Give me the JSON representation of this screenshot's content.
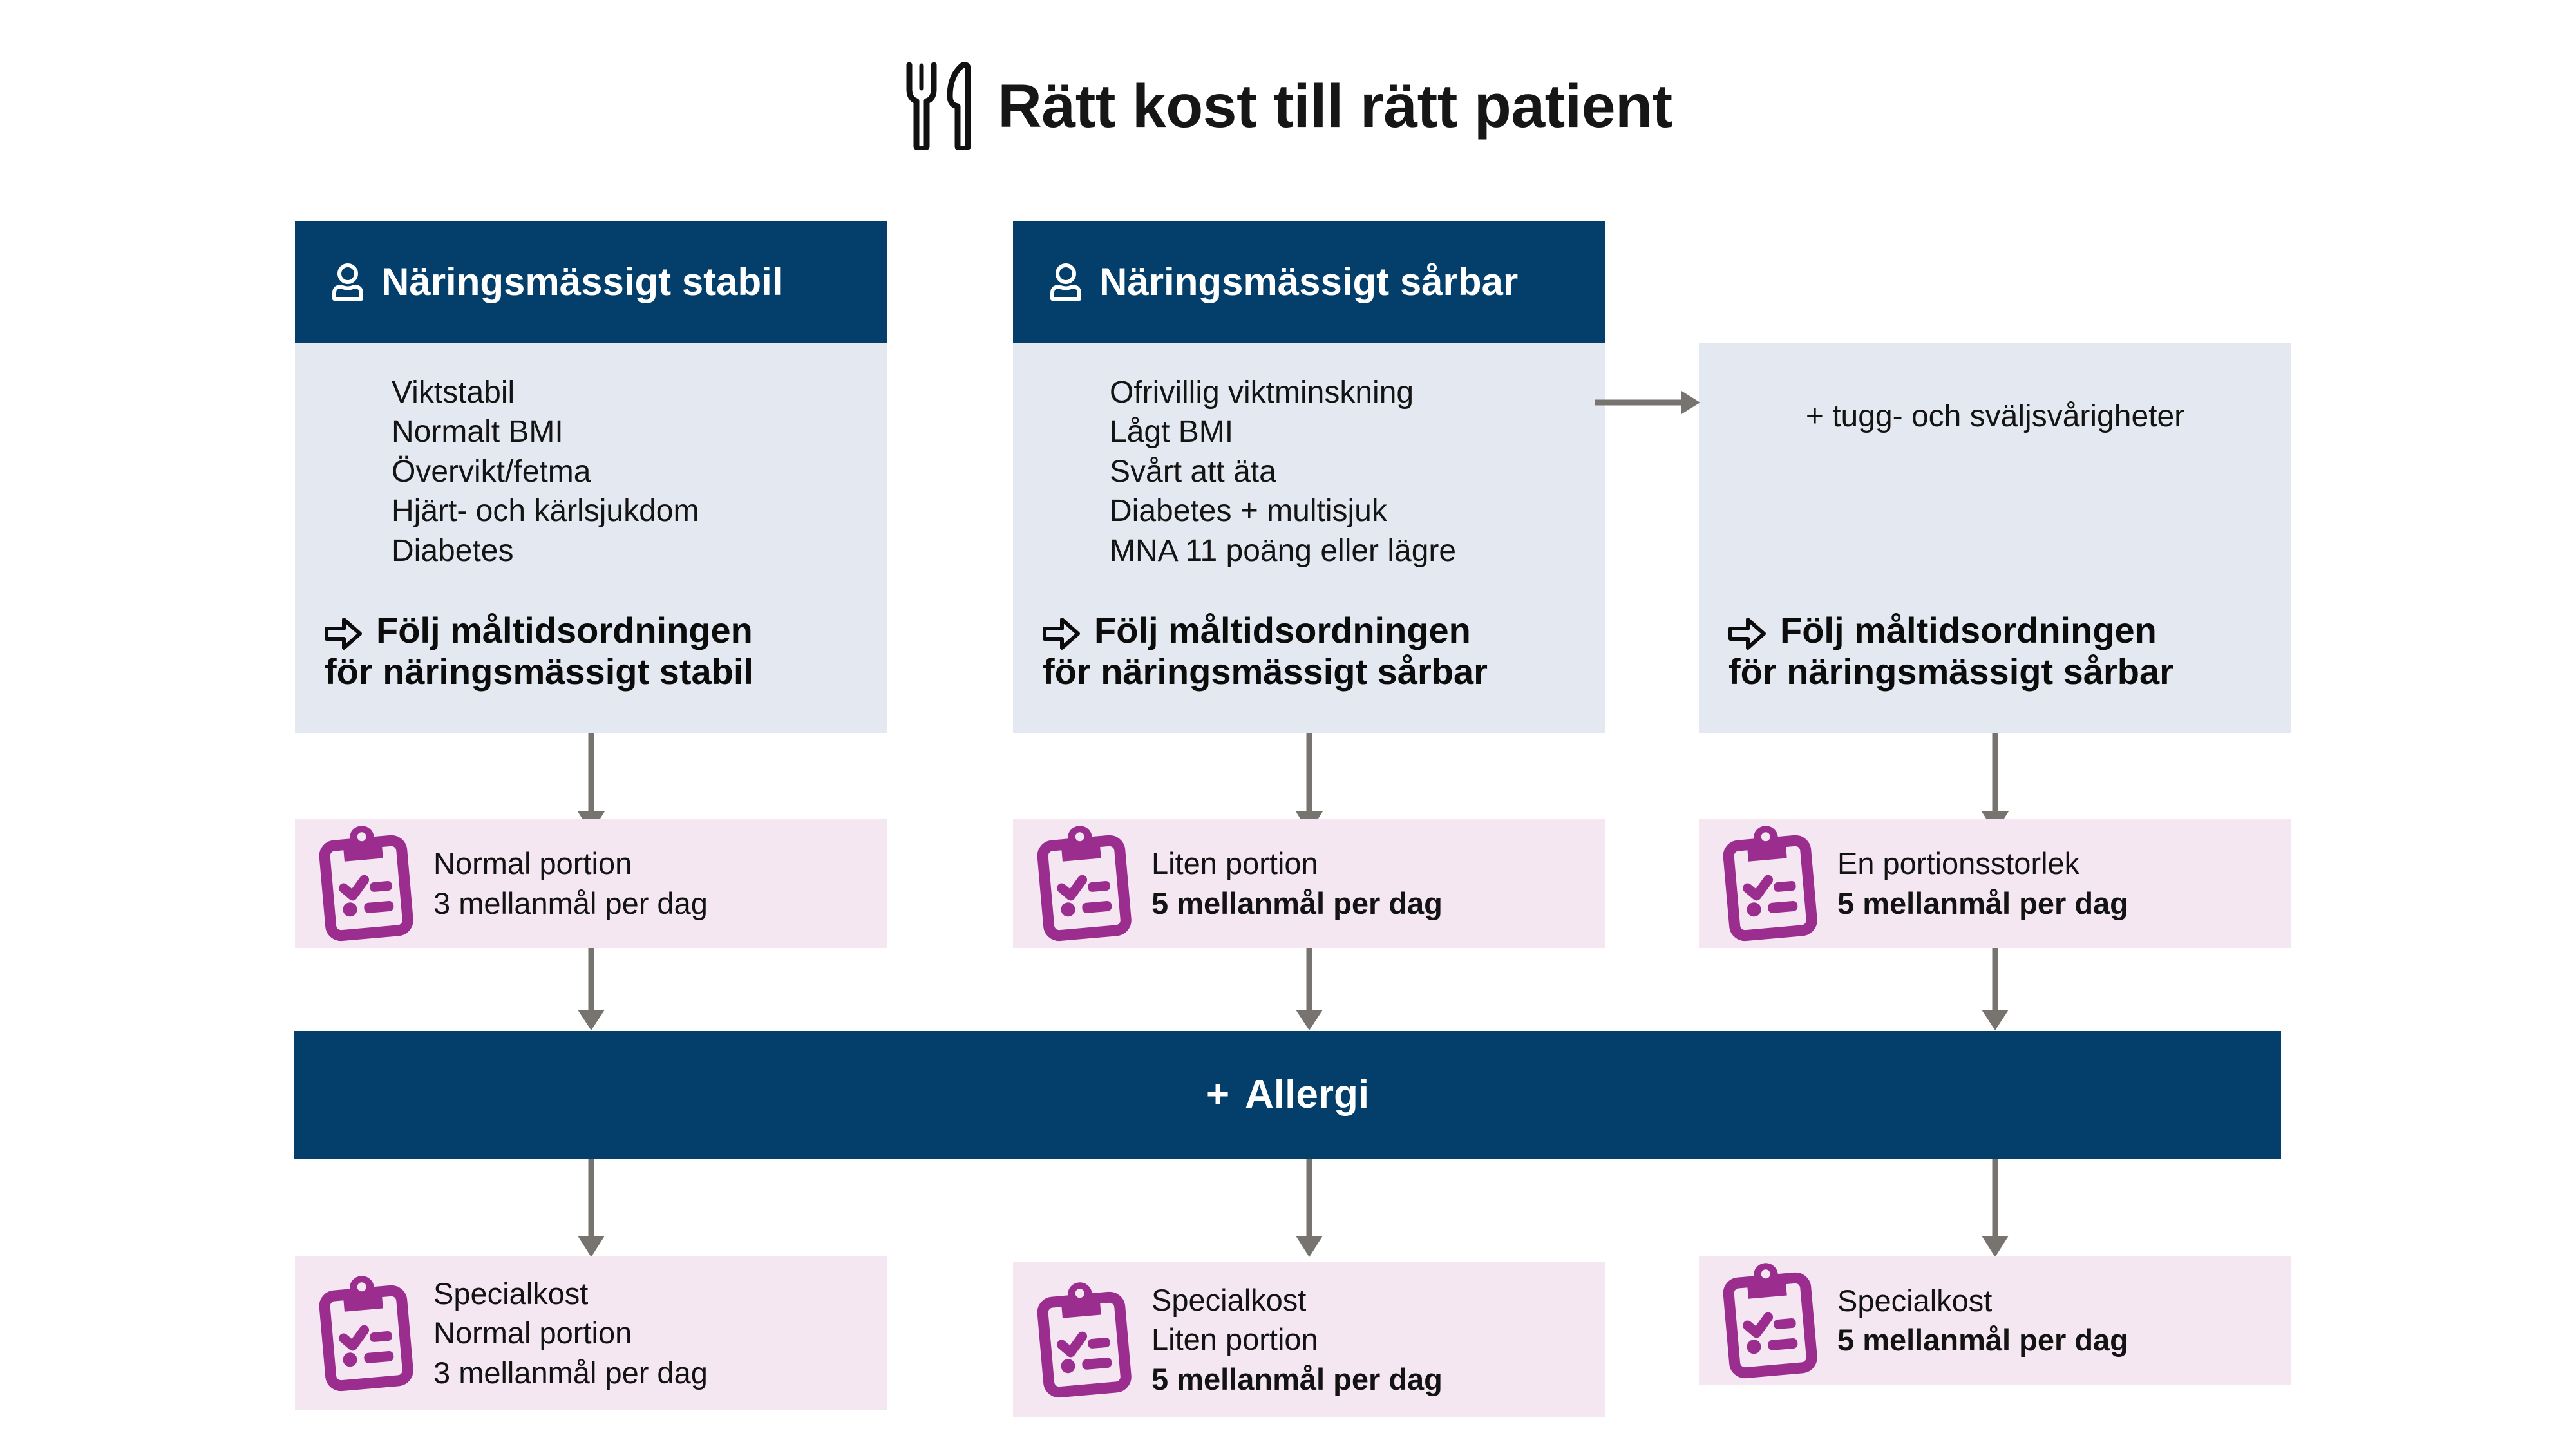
{
  "page": {
    "title": "Rätt kost till rätt patient",
    "title_icon": "cutlery-icon"
  },
  "colors": {
    "navy": "#043F6B",
    "light_blue": "#E4E8F0",
    "pink": "#F4E7F2",
    "purple": "#9B2D8F",
    "arrow_gray": "#77736F",
    "text": "#131313",
    "white": "#FFFFFF"
  },
  "columns": [
    {
      "header": {
        "label": "Näringsmässigt stabil",
        "icon": "person-icon"
      },
      "criteria": [
        "Viktstabil",
        "Normalt BMI",
        "Övervikt/fetma",
        "Hjärt- och kärlsjukdom",
        "Diabetes"
      ],
      "follow": {
        "icon": "arrow-right-block-icon",
        "line1": "Följ måltidsordningen",
        "line2": "för näringsmässigt stabil"
      },
      "portion": {
        "icon": "clipboard-checklist-icon",
        "lines": [
          {
            "text": "Normal portion",
            "bold": false
          },
          {
            "text": "3 mellanmål per dag",
            "bold": false
          }
        ]
      },
      "special": {
        "icon": "clipboard-checklist-icon",
        "lines": [
          {
            "text": "Specialkost",
            "bold": false
          },
          {
            "text": "Normal portion",
            "bold": false
          },
          {
            "text": "3 mellanmål per dag",
            "bold": false
          }
        ]
      }
    },
    {
      "header": {
        "label": "Näringsmässigt sårbar",
        "icon": "person-icon"
      },
      "criteria": [
        "Ofrivillig viktminskning",
        "Lågt BMI",
        "Svårt att äta",
        "Diabetes + multisjuk",
        "MNA 11 poäng eller lägre"
      ],
      "follow": {
        "icon": "arrow-right-block-icon",
        "line1": "Följ måltidsordningen",
        "line2": "för näringsmässigt sårbar"
      },
      "portion": {
        "icon": "clipboard-checklist-icon",
        "lines": [
          {
            "text": "Liten portion",
            "bold": false
          },
          {
            "text": "5 mellanmål per dag",
            "bold": true
          }
        ]
      },
      "special": {
        "icon": "clipboard-checklist-icon",
        "lines": [
          {
            "text": "Specialkost",
            "bold": false
          },
          {
            "text": "Liten portion",
            "bold": false
          },
          {
            "text": "5 mellanmål per dag",
            "bold": true
          }
        ]
      }
    },
    {
      "header": null,
      "note": "+ tugg- och sväljsvårigheter",
      "follow": {
        "icon": "arrow-right-block-icon",
        "line1": "Följ måltidsordningen",
        "line2": "för näringsmässigt sårbar"
      },
      "portion": {
        "icon": "clipboard-checklist-icon",
        "lines": [
          {
            "text": "En portionsstorlek",
            "bold": false
          },
          {
            "text": "5 mellanmål per dag",
            "bold": true
          }
        ]
      },
      "special": {
        "icon": "clipboard-checklist-icon",
        "lines": [
          {
            "text": "Specialkost",
            "bold": false
          },
          {
            "text": "5 mellanmål per dag",
            "bold": true
          }
        ]
      }
    }
  ],
  "allergy_bar": {
    "plus": "+",
    "label": "Allergi"
  }
}
